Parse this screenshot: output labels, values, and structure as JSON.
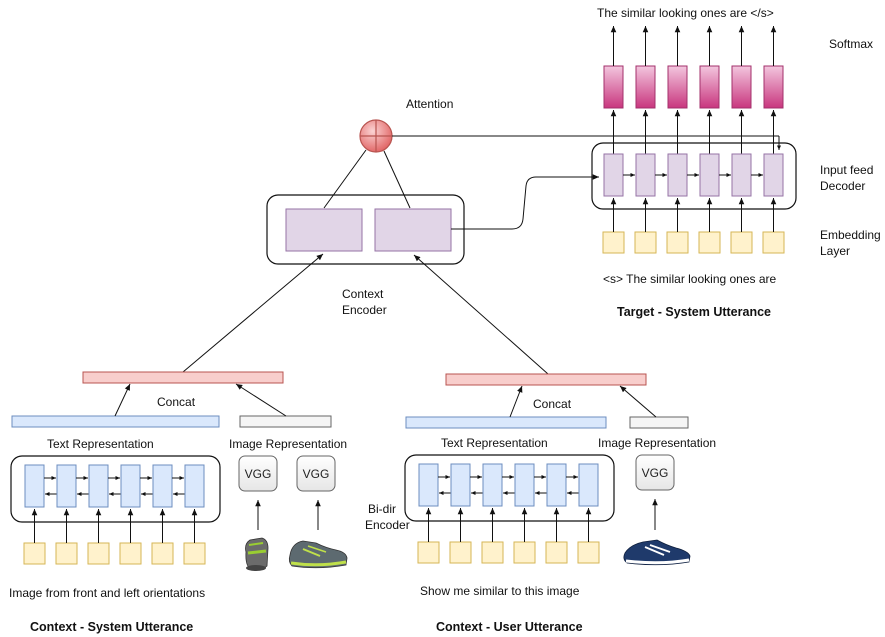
{
  "labels": {
    "softmax": "Softmax",
    "attention": "Attention",
    "input_feed_decoder_line1": "Input feed",
    "input_feed_decoder_line2": "Decoder",
    "embedding_layer_line1": "Embedding",
    "embedding_layer_line2": "Layer",
    "context_encoder_line1": "Context",
    "context_encoder_line2": "Encoder",
    "target_output_sentence": "The similar looking ones are </s>",
    "target_input_sentence": "<s> The similar looking ones are",
    "target_title": "Target - System Utterance",
    "concat_left": "Concat",
    "concat_right": "Concat",
    "text_rep_left": "Text Representation",
    "image_rep_left": "Image Representation",
    "text_rep_right": "Text Representation",
    "image_rep_right": "Image Representation",
    "bidir_line1": "Bi-dir",
    "bidir_line2": "Encoder",
    "left_caption": "Image from front and left orientations",
    "right_caption": "Show me similar to this image",
    "left_title": "Context - System Utterance",
    "right_title": "Context - User Utterance",
    "vgg_1": "VGG",
    "vgg_2": "VGG",
    "vgg_3": "VGG"
  },
  "colors": {
    "rnn_blue": "#dae8fc",
    "rnn_blue_border": "#6c8ebf",
    "embed_yellow": "#fff2cc",
    "embed_yellow_border": "#d6b656",
    "context_purple": "#e1d5e7",
    "context_purple_border": "#9673a6",
    "softmax_pink": "#cd4f8e",
    "concat_red": "#f8cecc",
    "concat_red_border": "#b85450",
    "text_rep_blue": "#dae8fc",
    "image_rep_gray": "#f5f5f5",
    "attention_red": "#e06666"
  },
  "icons": [
    "sneaker-icon-small",
    "sneaker-icon-large",
    "sneaker-icon-blue"
  ]
}
